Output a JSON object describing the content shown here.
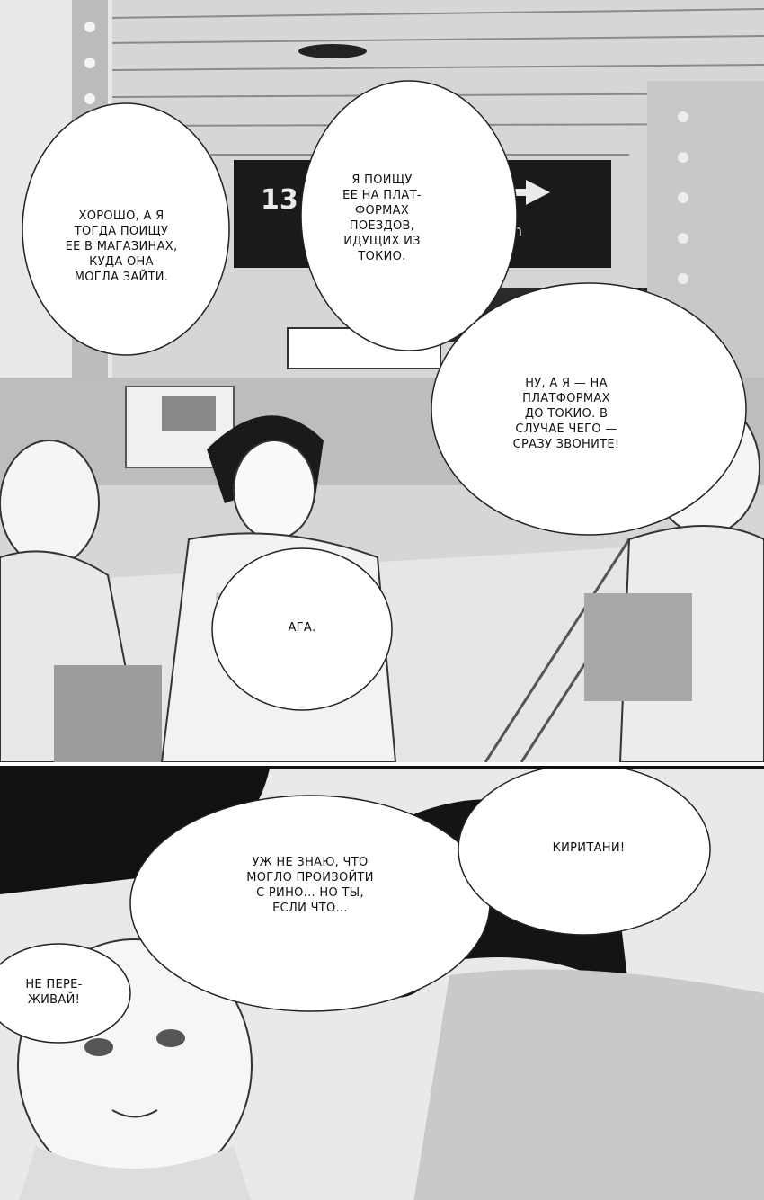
{
  "panels": {
    "top": {
      "sign_top_number": "13",
      "sign_distance": "55m",
      "balloons": [
        "ХОРОШО, А Я\nТОГДА ПОИЩУ\nЕЕ В МАГАЗИНАХ,\nКУДА ОНА\nМОГЛА ЗАЙТИ.",
        "Я ПОИЩУ\nЕЕ НА ПЛАТ-\nФОРМАХ\nПОЕЗДОВ,\nИДУЩИХ ИЗ\nТОКИО.",
        "НУ, А Я — НА\nПЛАТФОРМАХ\nДО ТОКИО. В\nСЛУЧАЕ ЧЕГО —\nСРАЗУ ЗВОНИТЕ!",
        "АГА."
      ]
    },
    "bottom": {
      "balloons": [
        "УЖ НЕ ЗНАЮ, ЧТО\nМОГЛО ПРОИЗОЙТИ\nС РИНО... НО ТЫ,\nЕСЛИ ЧТО...",
        "КИРИТАНИ!",
        "НЕ ПЕРЕ-\nЖИВАЙ!"
      ]
    }
  },
  "colors": {
    "ink": "#111111",
    "paper": "#ffffff",
    "screentone": "#bdbdbd"
  }
}
